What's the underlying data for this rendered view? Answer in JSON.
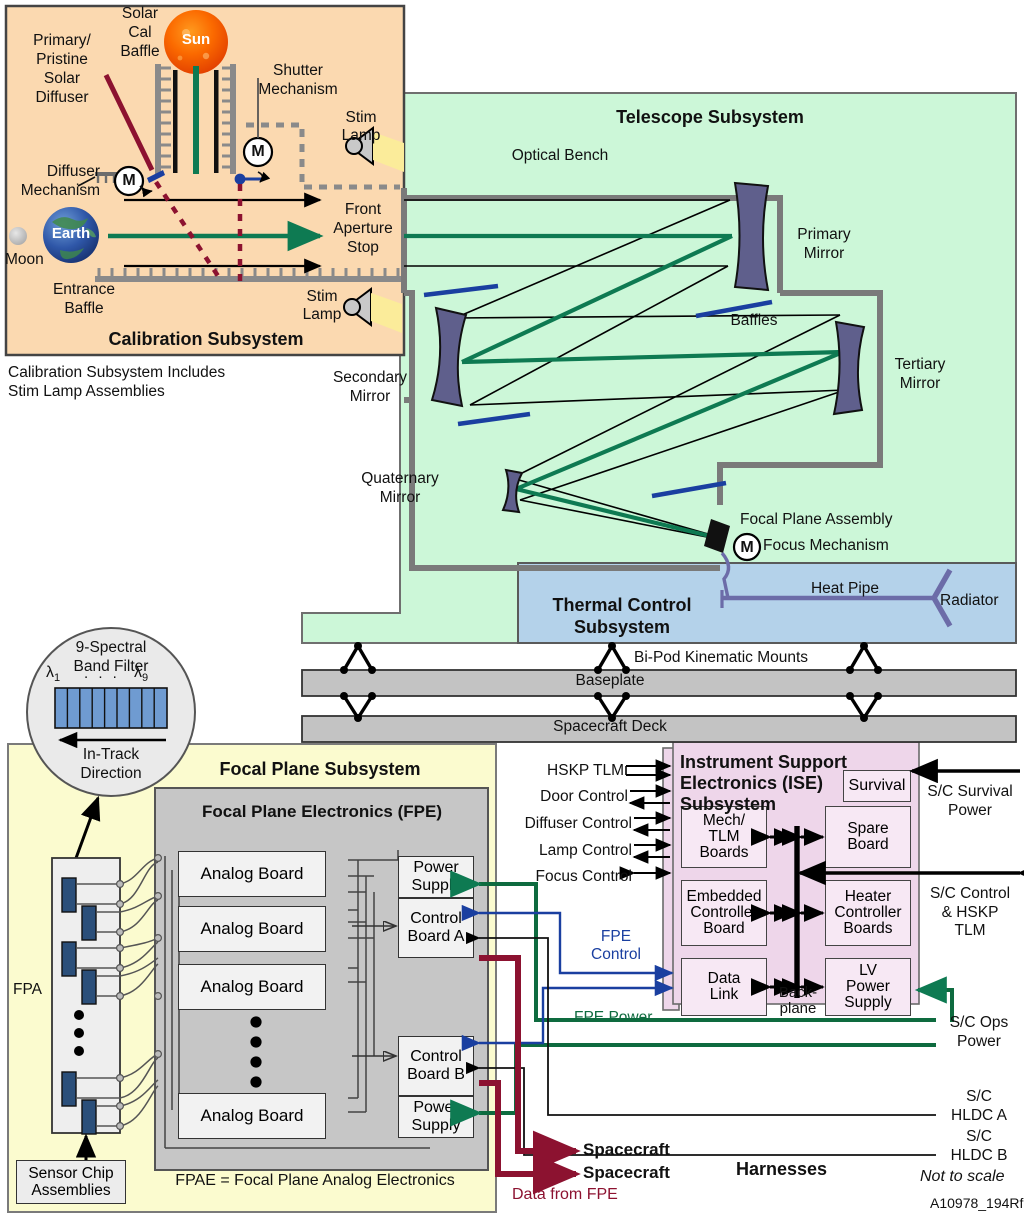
{
  "figure": {
    "id_code": "A10978_194Rf",
    "note": "Not to scale"
  },
  "colors": {
    "calibration_bg": "#fbd9b0",
    "telescope_bg": "#ccf7d8",
    "thermal_bg": "#b4d2ea",
    "focal_plane_bg": "#fbfbcf",
    "fpe_bg": "#c6c6c6",
    "ise_bg": "#eed6ea",
    "ise_board_bg": "#f7e8f4",
    "mirror": "#5f5f8c",
    "baffle_blue": "#1a3fa0",
    "ray_green": "#0e7a52",
    "data_red": "#8c1230",
    "fpe_control_blue": "#1a3fa0",
    "fpe_power_green": "#0e6b3f",
    "sca_blue": "#2b4f7a",
    "filter_blue": "#6f9bd1",
    "gray_struct": "#7a7a7a",
    "deck_gray": "#c3c3c3",
    "heat_pipe": "#6c6ca8",
    "lamp_beam": "#fbec9a"
  },
  "calibration": {
    "title": "Calibration Subsystem",
    "caption_line1": "Calibration Subsystem Includes",
    "caption_line2": "Stim Lamp Assemblies",
    "labels": {
      "primary_diffuser": "Primary/\nPristine\nSolar\nDiffuser",
      "solar_cal_baffle": "Solar\nCal\nBaffle",
      "shutter_mechanism": "Shutter\nMechanism",
      "diffuser_mechanism": "Diffuser\nMechanism",
      "entrance_baffle": "Entrance\nBaffle",
      "front_aperture_stop": "Front\nAperture\nStop",
      "stim_lamp_upper": "Stim\nLamp",
      "stim_lamp_lower": "Stim\nLamp",
      "sun": "Sun",
      "earth": "Earth",
      "moon": "Moon",
      "motor_glyph": "M"
    }
  },
  "telescope": {
    "title": "Telescope Subsystem",
    "labels": {
      "optical_bench": "Optical Bench",
      "primary_mirror": "Primary\nMirror",
      "secondary_mirror": "Secondary\nMirror",
      "tertiary_mirror": "Tertiary\nMirror",
      "quaternary_mirror": "Quaternary\nMirror",
      "baffles": "Baffles",
      "focal_plane_assembly": "Focal Plane Assembly",
      "focus_mechanism": "Focus Mechanism",
      "motor_glyph": "M"
    }
  },
  "thermal": {
    "title": "Thermal Control\nSubsystem",
    "heat_pipe": "Heat Pipe",
    "radiator": "Radiator"
  },
  "mounts": {
    "bipod": "Bi-Pod Kinematic Mounts",
    "baseplate": "Baseplate",
    "spacecraft_deck": "Spacecraft Deck"
  },
  "filter_callout": {
    "title": "9-Spectral\nBand Filter",
    "lambda_first": "λ",
    "lambda_first_sub": "1",
    "dots": ". . .",
    "lambda_last": "λ",
    "lambda_last_sub": "9",
    "direction": "In-Track\nDirection",
    "band_count": 9
  },
  "focal_plane": {
    "title": "Focal Plane Subsystem",
    "fpe_title": "Focal Plane Electronics (FPE)",
    "fpa_label": "FPA",
    "sensor_chip_assemblies": "Sensor Chip\nAssemblies",
    "footnote": "FPAE = Focal Plane Analog Electronics",
    "analog_boards": [
      "Analog Board",
      "Analog Board",
      "Analog Board",
      "Analog Board"
    ],
    "right_stack": [
      "Power\nSupply",
      "Control\nBoard A",
      "Control\nBoard B",
      "Power\nSupply"
    ]
  },
  "ise": {
    "title": "Instrument Support\nElectronics (ISE)\nSubsystem",
    "backplane": "Back-\nplane",
    "boards": [
      "Survival",
      "Mech/\nTLM\nBoards",
      "Spare\nBoard",
      "Embedded\nController\nBoard",
      "Heater\nController\nBoards",
      "Data\nLink",
      "LV\nPower\nSupply"
    ],
    "left_inputs": [
      "HSKP TLM",
      "Door Control",
      "Diffuser Control",
      "Lamp Control",
      "Focus Control"
    ],
    "right_labels": [
      "S/C Survival\nPower",
      "S/C Control\n& HSKP\nTLM",
      "S/C Ops\nPower",
      "S/C\nHLDC A",
      "S/C\nHLDC B"
    ]
  },
  "harness": {
    "title": "Harnesses",
    "fpe_control": "FPE\nControl",
    "fpe_power": "FPE Power",
    "data_from_fpe": "Data from FPE",
    "spacecraft_1": "Spacecraft",
    "spacecraft_2": "Spacecraft"
  }
}
